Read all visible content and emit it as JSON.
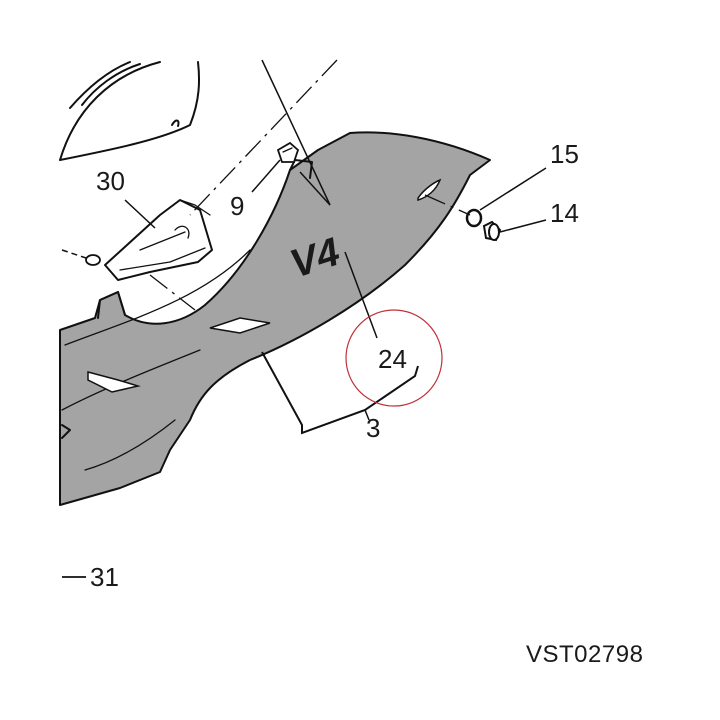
{
  "callouts": {
    "c15": "15",
    "c14": "14",
    "c30": "30",
    "c9": "9",
    "c24": "24",
    "c3": "3",
    "c31": "31"
  },
  "logo_text": "V4",
  "drawing_code": "VST02798",
  "colors": {
    "panel_fill": "#a4a4a4",
    "outline": "#111111",
    "highlight_circle": "#c0303a",
    "background": "#ffffff"
  }
}
